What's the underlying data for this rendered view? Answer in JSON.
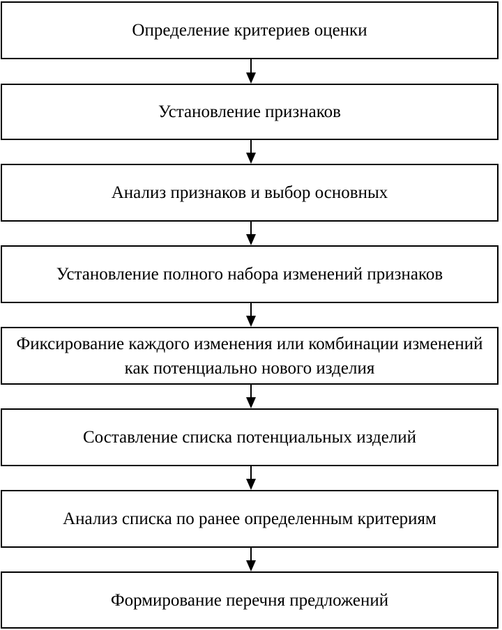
{
  "flowchart": {
    "steps": [
      {
        "label": "Определение критериев оценки"
      },
      {
        "label": "Установление признаков"
      },
      {
        "label": "Анализ признаков и выбор основных"
      },
      {
        "label": "Установление полного набора изменений признаков"
      },
      {
        "label": "Фиксирование каждого изменения или комбинации изменений как потенциально нового изделия"
      },
      {
        "label": "Составление списка потенциальных изделий"
      },
      {
        "label": "Анализ списка по ранее определенным критериям"
      },
      {
        "label": "Формирование перечня предложений"
      }
    ],
    "colors": {
      "border": "#000000",
      "background": "#ffffff",
      "text": "#000000"
    }
  }
}
